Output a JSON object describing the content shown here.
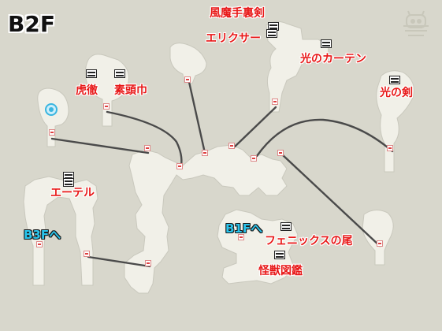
{
  "floor": "B2F",
  "colors": {
    "background": "#d8d7cc",
    "walkable": "#f1f0e8",
    "item_label": "#e81818",
    "exit_label": "#29c4ec",
    "connector": "#4a4a4a"
  },
  "exits": {
    "up": "B1Fへ",
    "down": "B3Fへ"
  },
  "treasures": {
    "fuuma_shuriken": "風魔手裏剣",
    "elixir": "エリクサー",
    "light_curtain": "光のカーテン",
    "kotetsu": "虎徹",
    "headband": "素頭巾",
    "light_sword": "光の剣",
    "ether": "エーテル",
    "phoenix_tail": "フェニックスの尾",
    "bestiary": "怪獣図鑑"
  },
  "icons": {
    "treasure": "treasure-chest-icon",
    "door": "door-icon",
    "save": "save-point-icon",
    "logo": "mascot-logo-icon"
  }
}
